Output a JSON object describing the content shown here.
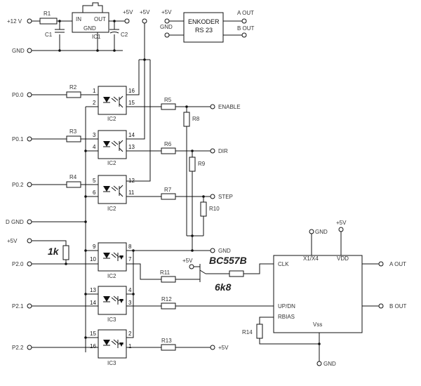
{
  "power": {
    "v12": "+12 V",
    "gnd": "GND",
    "p5v": "+5V"
  },
  "regulator": {
    "pin_in": "IN",
    "pin_out": "OUT",
    "pin_gnd": "GND",
    "name": "IC1"
  },
  "encoder": {
    "line1": "ENKODER",
    "line2": "RS 23",
    "a_out": "A OUT",
    "b_out": "B OUT",
    "p5v": "+5V",
    "gnd": "GND"
  },
  "resistors": {
    "r1": "R1",
    "r2": "R2",
    "r3": "R3",
    "r4": "R4",
    "r5": "R5",
    "r6": "R6",
    "r7": "R7",
    "r8": "R8",
    "r9": "R9",
    "r10": "R10",
    "r11": "R11",
    "r12": "R12",
    "r13": "R13",
    "r14": "R14"
  },
  "capacitors": {
    "c1": "C1",
    "c2": "C2"
  },
  "inputs": {
    "p00": "P0.0",
    "p01": "P0.1",
    "p02": "P0.2",
    "dgnd": "D GND",
    "p5v": "+5V",
    "p20": "P2.0",
    "p21": "P2.1",
    "p22": "P2.2"
  },
  "outputs": {
    "enable": "ENABLE",
    "dir": "DIR",
    "step": "STEP",
    "gnd": "GND",
    "p5v": "+5V"
  },
  "opto": {
    "ic2": "IC2",
    "ic3": "IC3",
    "pins": {
      "a1": "1",
      "a2": "2",
      "a15": "15",
      "a16": "16",
      "b3": "3",
      "b4": "4",
      "b13": "13",
      "b14": "14",
      "c5": "5",
      "c6": "6",
      "c11": "11",
      "c12": "12",
      "d9": "9",
      "d10": "10",
      "d7": "7",
      "d8": "8",
      "e13": "13",
      "e14": "14",
      "e3": "3",
      "e4": "4",
      "f15": "15",
      "f16": "16",
      "f1": "1",
      "f2": "2"
    }
  },
  "annotations": {
    "r_1k": "1k",
    "transistor": "BC557B",
    "r_6k8": "6k8"
  },
  "counter": {
    "gnd": "GND",
    "p5v": "+5V",
    "x1x4": "X1/X4",
    "vdd": "VDD",
    "clk": "CLK",
    "updn": "UP/DN",
    "rbias": "RBIAS",
    "vss": "Vss",
    "aout": "A OUT",
    "bout": "B OUT",
    "gnd_bottom": "GND"
  }
}
